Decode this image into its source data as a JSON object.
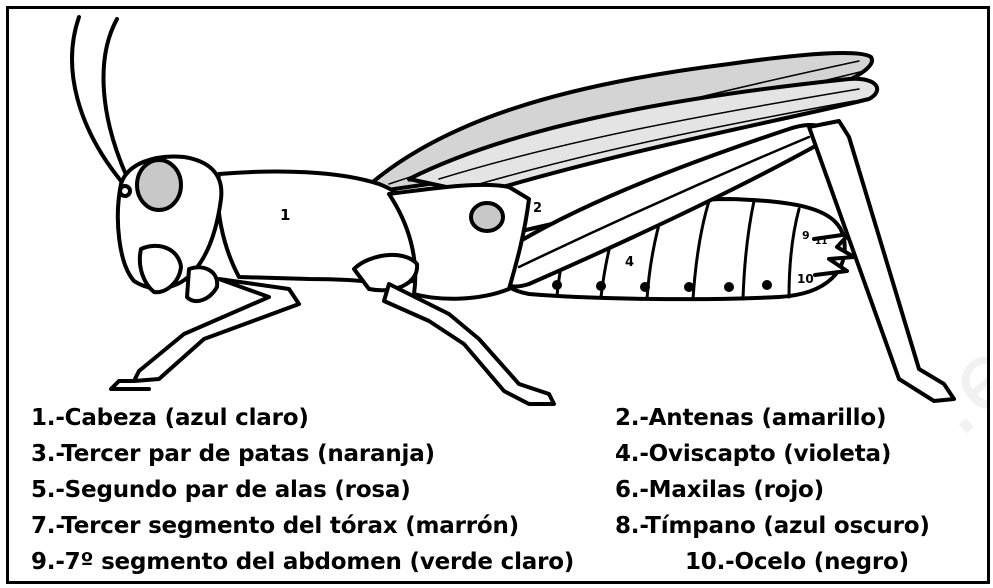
{
  "diagram": {
    "part_numbers": {
      "n1": "1",
      "n2": "2",
      "n4": "4",
      "n9": "9",
      "n10": "10",
      "n11": "11"
    },
    "legend": {
      "left": [
        "1.-Cabeza (azul claro)",
        "3.-Tercer par de patas (naranja)",
        "5.-Segundo par de alas (rosa)",
        "7.-Tercer segmento del tórax (marrón)",
        "9.-7º segmento del abdomen (verde claro)"
      ],
      "right": [
        "2.-Antenas (amarillo)",
        "4.-Oviscapto (violeta)",
        "6.-Maxilas (rojo)",
        "8.-Tímpano (azul oscuro)",
        "10.-Ocelo (negro)"
      ]
    },
    "colors": {
      "stroke": "#000000",
      "fill_grey": "#c8c8c8",
      "wing_grey": "#d4d4d4"
    }
  }
}
